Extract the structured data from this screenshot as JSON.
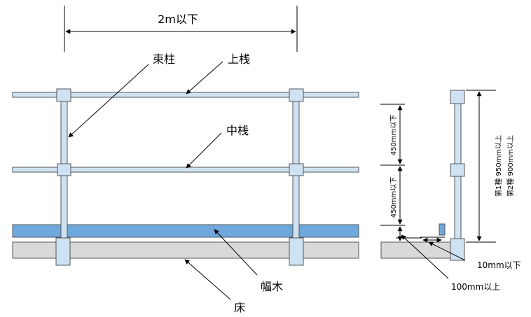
{
  "labels": {
    "width_dim": "2m以下",
    "post": "束柱",
    "top_rail": "上桟",
    "mid_rail": "中桟",
    "toe_board": "幅木",
    "floor": "床",
    "upper_gap": "450mm以下",
    "lower_gap": "450mm以下",
    "height_type1": "第1種 950mm以上",
    "height_type2": "第2種 900mm以上",
    "toe_gap": "10mm以下",
    "toe_height": "100mm以上"
  },
  "colors": {
    "rail_fill": "#cfe2f3",
    "toe_board_fill": "#6fa8dc",
    "floor_fill": "#d9d9d9",
    "outline": "#555555"
  }
}
